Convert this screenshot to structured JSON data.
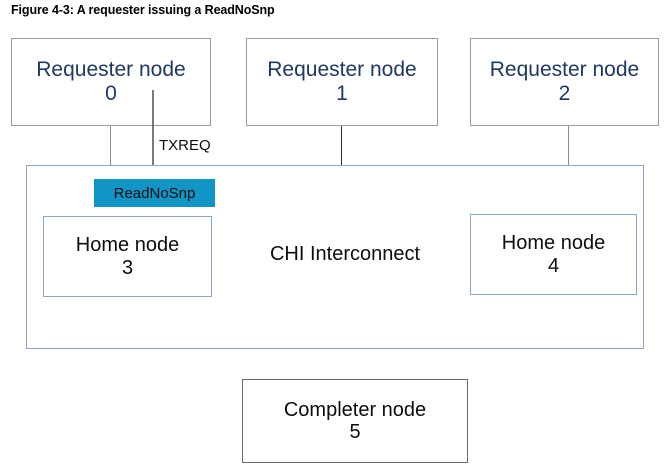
{
  "figure": {
    "caption": "Figure 4-3: A requester issuing a ReadNoSnp"
  },
  "colors": {
    "packet_badge_fill": "#1195c7",
    "requester_text": "#1f3864",
    "interconnect_border": "#8fa8bf",
    "requester_border": "#9a9a9a",
    "completer_border": "#6b6b6b",
    "arrow_stroke": "#595959",
    "body_text": "#0d0d0d"
  },
  "requester_nodes": [
    {
      "title": "Requester node",
      "id": "0"
    },
    {
      "title": "Requester node",
      "id": "1"
    },
    {
      "title": "Requester node",
      "id": "2"
    }
  ],
  "interconnect": {
    "label": "CHI Interconnect",
    "home_nodes": [
      {
        "title": "Home node",
        "id": "3"
      },
      {
        "title": "Home node",
        "id": "4"
      }
    ]
  },
  "completer_node": {
    "title": "Completer node",
    "id": "5"
  },
  "packet": {
    "label": "ReadNoSnp"
  },
  "channel": {
    "label": "TXREQ"
  }
}
